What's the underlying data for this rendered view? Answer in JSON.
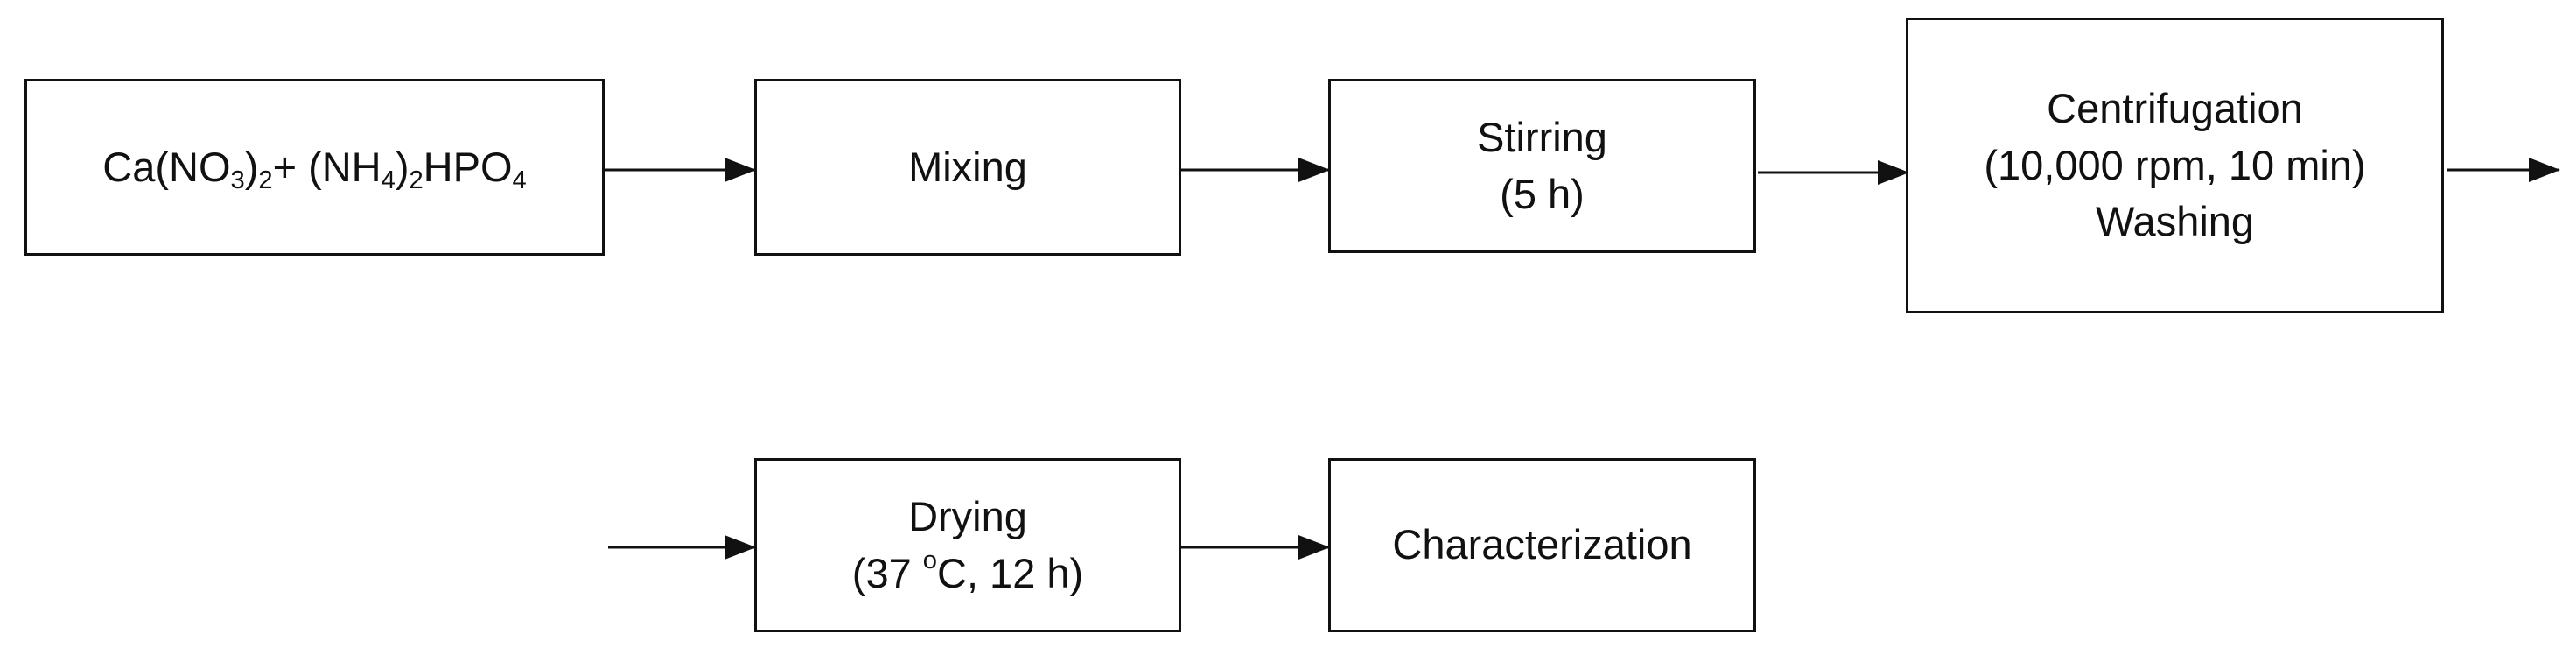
{
  "steps": {
    "reagents": {
      "parts": [
        "Ca(NO",
        "3",
        ")",
        "2",
        "+ (NH",
        "4",
        ")",
        "2",
        "HPO",
        "4"
      ]
    },
    "mixing": {
      "label": "Mixing"
    },
    "stirring": {
      "line1": "Stirring",
      "line2": "(5 h)"
    },
    "centrifugation": {
      "line1": "Centrifugation",
      "line2": "(10,000 rpm, 10 min)",
      "line3": "Washing"
    },
    "drying": {
      "line1": "Drying",
      "line2_prefix": "(37 ",
      "degree": "o",
      "line2_suffix": "C, 12 h)"
    },
    "characterization": {
      "label": "Characterization"
    }
  },
  "colors": {
    "stroke": "#111111",
    "background": "#ffffff"
  }
}
